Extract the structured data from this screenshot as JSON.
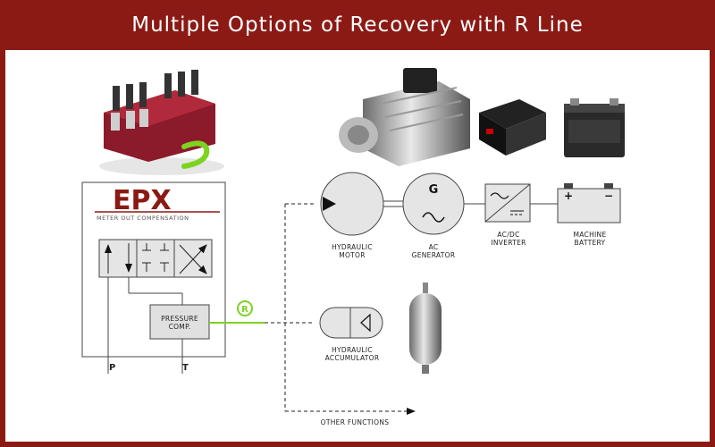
{
  "title": "Multiple Options of Recovery with R Line",
  "logo": {
    "text": "EPX",
    "subtitle": "METER OUT COMPENSATION"
  },
  "valve": {
    "pressure_comp": "PRESSURE\nCOMP.",
    "port_p": "P",
    "port_t": "T"
  },
  "r_marker": "R",
  "components": {
    "hydraulic_motor": "HYDRAULIC\nMOTOR",
    "ac_generator": "AC\nGENERATOR",
    "generator_symbol": "G",
    "inverter": "AC/DC\nINVERTER",
    "battery": "MACHINE\nBATTERY",
    "accumulator": "HYDRAULIC\nACCUMULATOR",
    "other_functions": "OTHER FUNCTIONS"
  },
  "colors": {
    "frame": "#8b1a14",
    "r_line": "#7ed321",
    "logo": "#8b1a14"
  }
}
